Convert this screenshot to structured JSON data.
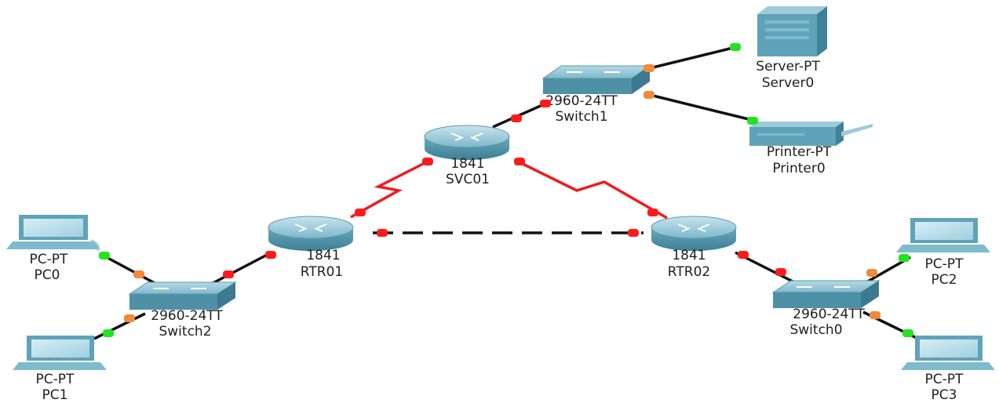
{
  "colors": {
    "serial_link": "#ee1c1c",
    "ethernet_link": "#111111",
    "port_up": "#22e222",
    "port_blocking": "#f08a3c",
    "port_down": "#ff1a1a",
    "device_body": "#5fa3b8"
  },
  "devices": {
    "server0": {
      "icon": "server-icon",
      "model": "Server-PT",
      "name": "Server0"
    },
    "switch1": {
      "icon": "switch-icon",
      "model": "2960-24TT",
      "name": "Switch1"
    },
    "printer0": {
      "icon": "printer-icon",
      "model": "Printer-PT",
      "name": "Printer0"
    },
    "svc01": {
      "icon": "router-icon",
      "model": "1841",
      "name": "SVC01"
    },
    "rtr01": {
      "icon": "router-icon",
      "model": "1841",
      "name": "RTR01"
    },
    "rtr02": {
      "icon": "router-icon",
      "model": "1841",
      "name": "RTR02"
    },
    "switch2": {
      "icon": "switch-icon",
      "model": "2960-24TT",
      "name": "Switch2"
    },
    "switch0": {
      "icon": "switch-icon",
      "model": "2960-24TT",
      "name": "Switch0"
    },
    "pc0": {
      "icon": "pc-icon",
      "model": "PC-PT",
      "name": "PC0"
    },
    "pc1": {
      "icon": "pc-icon",
      "model": "PC-PT",
      "name": "PC1"
    },
    "pc2": {
      "icon": "pc-icon",
      "model": "PC-PT",
      "name": "PC2"
    },
    "pc3": {
      "icon": "pc-icon",
      "model": "PC-PT",
      "name": "PC3"
    }
  },
  "links": [
    {
      "id": "switch1-server0",
      "type": "ethernet"
    },
    {
      "id": "switch1-printer0",
      "type": "ethernet"
    },
    {
      "id": "svc01-switch1",
      "type": "ethernet"
    },
    {
      "id": "svc01-rtr01",
      "type": "serial"
    },
    {
      "id": "svc01-rtr02",
      "type": "serial"
    },
    {
      "id": "rtr01-rtr02",
      "type": "serial-dashed"
    },
    {
      "id": "rtr01-switch2",
      "type": "ethernet"
    },
    {
      "id": "rtr02-switch0",
      "type": "ethernet"
    },
    {
      "id": "switch2-pc0",
      "type": "ethernet"
    },
    {
      "id": "switch2-pc1",
      "type": "ethernet"
    },
    {
      "id": "switch0-pc2",
      "type": "ethernet"
    },
    {
      "id": "switch0-pc3",
      "type": "ethernet"
    }
  ]
}
